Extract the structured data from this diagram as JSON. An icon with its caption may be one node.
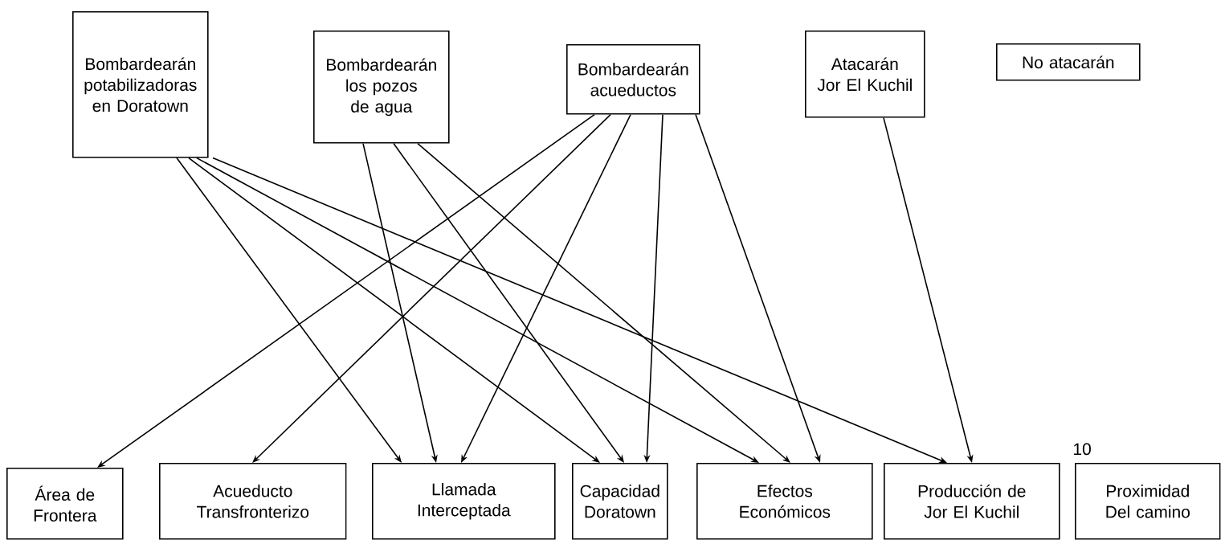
{
  "diagram": {
    "nodes": [
      {
        "text": [
          "Bombardearán potabilizadoras en Doratown"
        ]
      },
      {
        "text": [
          "Bombardearán los pozos de agua"
        ]
      },
      {
        "text": [
          "Bombardearán acueductos"
        ]
      },
      {
        "text": [
          "Atacarán Jor El Kuchil"
        ]
      },
      {
        "text": [
          "No atacarán"
        ]
      },
      {
        "text": [
          "Área de Frontera"
        ]
      },
      {
        "text": [
          "Acueducto Transfronterizo"
        ]
      },
      {
        "text": [
          "Llamada Interceptada"
        ]
      },
      {
        "text": [
          "Capacidad Doratown"
        ]
      },
      {
        "text": [
          "Efectos Económicos"
        ]
      },
      {
        "text": [
          "Producción de Jor El Kuchil"
        ]
      },
      {
        "text": [
          "Proximidad Del camino"
        ]
      }
    ],
    "edges": [
      {
        "from": 0,
        "to": 7,
        "arrow": "to"
      },
      {
        "from": 0,
        "to": 8,
        "arrow": "to"
      },
      {
        "from": 0,
        "to": 9,
        "arrow": "to"
      },
      {
        "from": 0,
        "to": 10,
        "arrow": "to"
      },
      {
        "from": 1,
        "to": 7,
        "arrow": "to"
      },
      {
        "from": 1,
        "to": 8,
        "arrow": "to"
      },
      {
        "from": 1,
        "to": 9,
        "arrow": "to"
      },
      {
        "from": 2,
        "to": 5,
        "arrow": "to"
      },
      {
        "from": 2,
        "to": 6,
        "arrow": "to"
      },
      {
        "from": 2,
        "to": 7,
        "arrow": "to"
      },
      {
        "from": 2,
        "to": 8,
        "arrow": "to"
      },
      {
        "from": 2,
        "to": 9,
        "arrow": "to"
      },
      {
        "from": 3,
        "to": 10,
        "arrow": "to"
      }
    ],
    "labels": [
      "10"
    ]
  }
}
